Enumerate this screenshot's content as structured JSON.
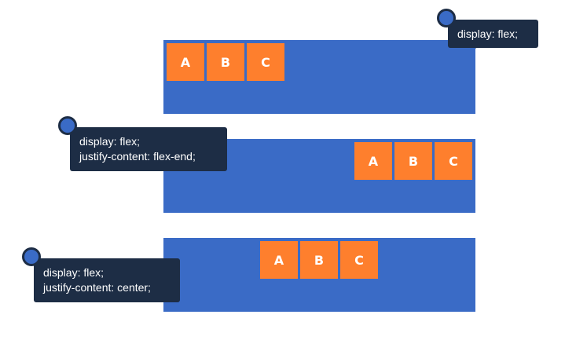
{
  "colors": {
    "container": "#3a6bc6",
    "item": "#fe7f2d",
    "callout": "#1d2d45",
    "item_text": "#ffffff"
  },
  "examples": [
    {
      "items": [
        "A",
        "B",
        "C"
      ],
      "alignment": "start",
      "callout": {
        "lines": [
          "display: flex;"
        ]
      }
    },
    {
      "items": [
        "A",
        "B",
        "C"
      ],
      "alignment": "end",
      "callout": {
        "lines": [
          "display: flex;",
          "justify-content: flex-end;"
        ]
      }
    },
    {
      "items": [
        "A",
        "B",
        "C"
      ],
      "alignment": "center",
      "callout": {
        "lines": [
          "display: flex;",
          "justify-content: center;"
        ]
      }
    }
  ]
}
